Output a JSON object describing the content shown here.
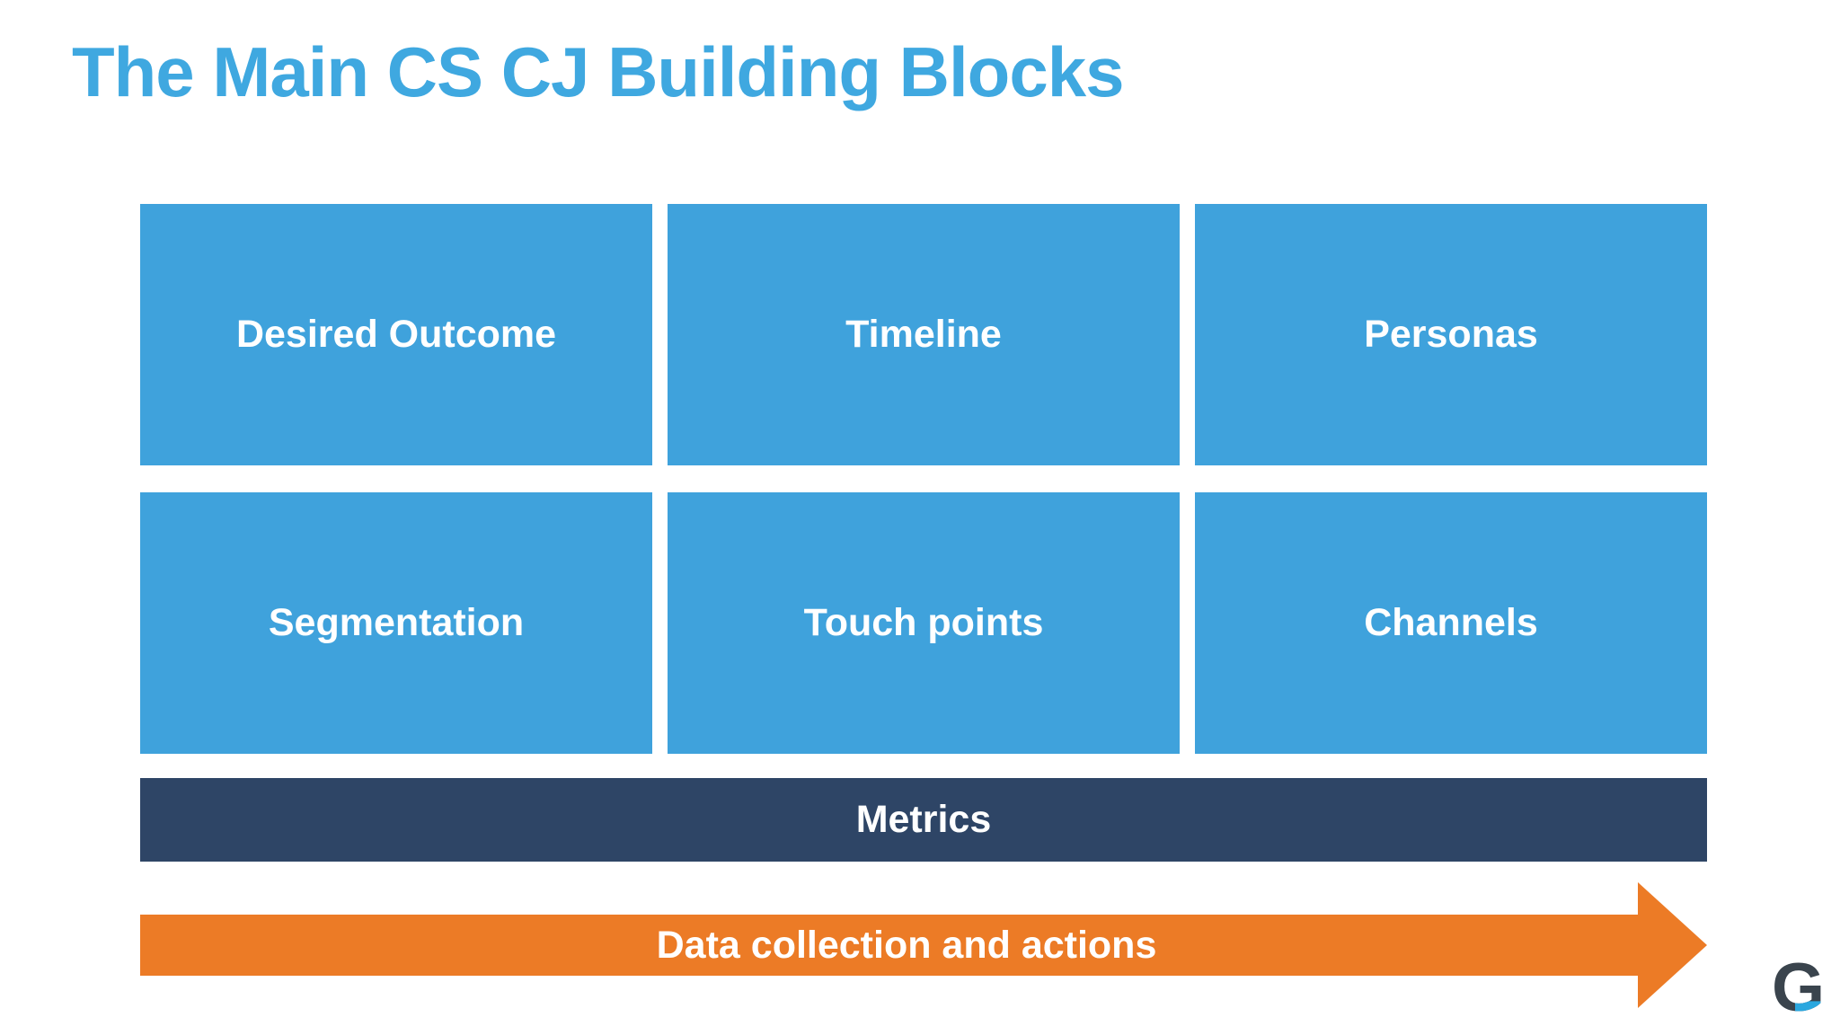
{
  "slide": {
    "title": "The Main CS CJ Building Blocks",
    "blocks": [
      {
        "label": "Desired Outcome"
      },
      {
        "label": "Timeline"
      },
      {
        "label": "Personas"
      },
      {
        "label": "Segmentation"
      },
      {
        "label": "Touch points"
      },
      {
        "label": "Channels"
      }
    ],
    "metrics_bar": {
      "label": "Metrics"
    },
    "arrow": {
      "label": "Data collection and actions"
    },
    "logo": {
      "letter": "G"
    },
    "colors": {
      "background": "#FFFFFF",
      "title_blue": "#3FA8E0",
      "block_blue": "#3FA2DC",
      "metrics_navy": "#2E4566",
      "arrow_orange": "#EC7B26",
      "text_white": "#FFFFFF",
      "logo_dark": "#3A444D",
      "logo_accent": "#2AA7DF"
    }
  }
}
